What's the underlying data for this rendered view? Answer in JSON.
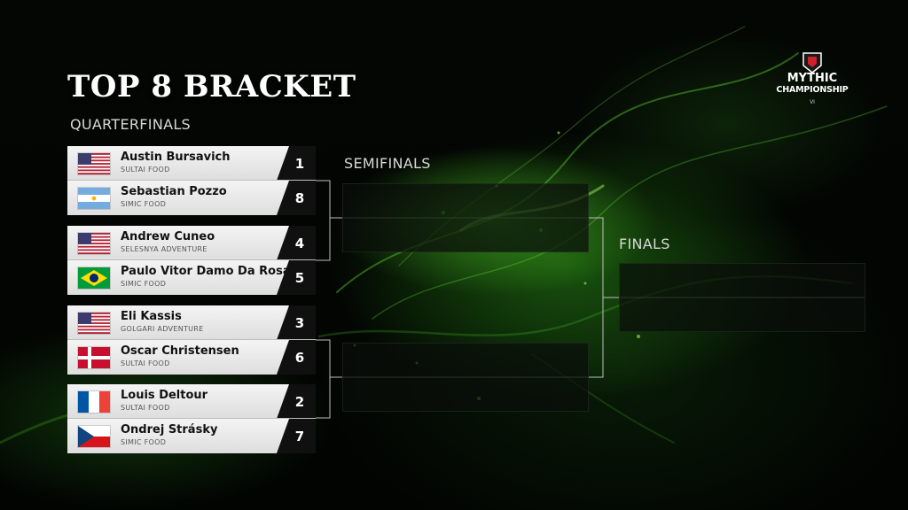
{
  "title": "TOP 8 BRACKET",
  "rounds": {
    "quarterfinals": "QUARTERFINALS",
    "semifinals": "SEMIFINALS",
    "finals": "FINALS"
  },
  "logo": {
    "main": "MYTHIC",
    "sub": "CHAMPIONSHIP",
    "tag": "VI"
  },
  "players": [
    {
      "name": "Austin Bursavich",
      "deck": "SULTAI FOOD",
      "seed": "1",
      "flag": "us-flag-icon"
    },
    {
      "name": "Sebastian Pozzo",
      "deck": "SIMIC FOOD",
      "seed": "8",
      "flag": "argentina-flag-icon"
    },
    {
      "name": "Andrew Cuneo",
      "deck": "SELESNYA ADVENTURE",
      "seed": "4",
      "flag": "us-flag-icon"
    },
    {
      "name": "Paulo Vitor Damo Da Rosa",
      "deck": "SIMIC FOOD",
      "seed": "5",
      "flag": "brazil-flag-icon"
    },
    {
      "name": "Eli Kassis",
      "deck": "GOLGARI ADVENTURE",
      "seed": "3",
      "flag": "us-flag-icon"
    },
    {
      "name": "Oscar Christensen",
      "deck": "SULTAI FOOD",
      "seed": "6",
      "flag": "denmark-flag-icon"
    },
    {
      "name": "Louis Deltour",
      "deck": "SULTAI FOOD",
      "seed": "2",
      "flag": "france-flag-icon"
    },
    {
      "name": "Ondrej Strásky",
      "deck": "SIMIC FOOD",
      "seed": "7",
      "flag": "czech-flag-icon"
    }
  ],
  "colors": {
    "accent_green": "#3fbf1f",
    "card_bg": "#efefef",
    "seed_bg": "#101010",
    "connector": "#bfbfbf"
  }
}
